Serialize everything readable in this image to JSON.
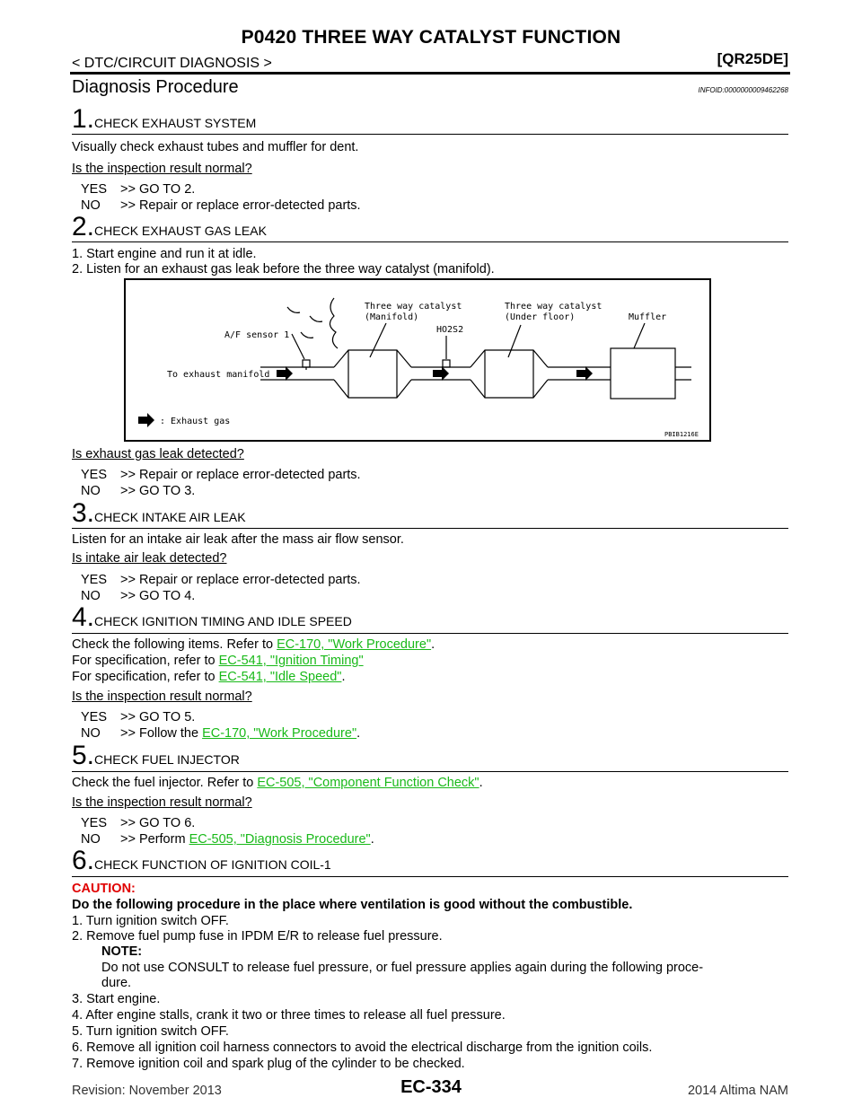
{
  "header": {
    "title": "P0420 THREE WAY CATALYST FUNCTION",
    "section": "< DTC/CIRCUIT DIAGNOSIS >",
    "engine": "[QR25DE]"
  },
  "section_title": "Diagnosis Procedure",
  "info_id": "INFOID:0000000009462268",
  "steps": [
    {
      "num": "1.",
      "title": "CHECK EXHAUST SYSTEM",
      "text": "Visually check exhaust tubes and muffler for dent.",
      "question": "Is the inspection result normal?",
      "yes": ">> GO TO 2.",
      "no": ">> Repair or replace error-detected parts."
    },
    {
      "num": "2.",
      "title": "CHECK EXHAUST GAS LEAK",
      "item1": "1.  Start engine and run it at idle.",
      "item2": "2.  Listen for an exhaust gas leak before the three way catalyst (manifold).",
      "question": "Is exhaust gas leak detected?",
      "yes": ">> Repair or replace error-detected parts.",
      "no": ">> GO TO 3."
    },
    {
      "num": "3.",
      "title": "CHECK INTAKE AIR LEAK",
      "text": "Listen for an intake air leak after the mass air flow sensor.",
      "question": "Is intake air leak detected?",
      "yes": ">> Repair or replace error-detected parts.",
      "no": ">> GO TO 4."
    },
    {
      "num": "4.",
      "title": "CHECK IGNITION TIMING AND IDLE SPEED",
      "line1_pre": "Check the following items. Refer to ",
      "line1_link": "EC-170, \"Work Procedure\"",
      "line1_post": ".",
      "line2_pre": "For specification, refer to ",
      "line2_link": "EC-541, \"Ignition Timing\"",
      "line3_pre": "For specification, refer to ",
      "line3_link": "EC-541, \"Idle Speed\"",
      "line3_post": ".",
      "question": "Is the inspection result normal?",
      "yes": ">> GO TO 5.",
      "no_pre": ">> Follow the ",
      "no_link": "EC-170, \"Work Procedure\"",
      "no_post": "."
    },
    {
      "num": "5.",
      "title": "CHECK FUEL INJECTOR",
      "line1_pre": "Check the fuel injector. Refer to ",
      "line1_link": "EC-505, \"Component Function Check\"",
      "line1_post": ".",
      "question": "Is the inspection result normal?",
      "yes": ">> GO TO 6.",
      "no_pre": ">> Perform ",
      "no_link": "EC-505, \"Diagnosis Procedure\"",
      "no_post": "."
    },
    {
      "num": "6.",
      "title": "CHECK FUNCTION OF IGNITION COIL-1",
      "caution_label": "CAUTION:",
      "caution_text": "Do the following procedure in the place where ventilation is good without the combustible.",
      "item1": "1.  Turn ignition switch OFF.",
      "item2": "2.  Remove fuel pump fuse in IPDM E/R to release fuel pressure.",
      "note_label": "NOTE:",
      "note_line1": "Do not use CONSULT to release fuel pressure, or fuel pressure applies again during the following proce-",
      "note_line2": "dure.",
      "item3": "3.  Start engine.",
      "item4": "4.  After engine stalls, crank it two or three times to release all fuel pressure.",
      "item5": "5.  Turn ignition switch OFF.",
      "item6": "6.  Remove all ignition coil harness connectors to avoid the electrical discharge from the ignition coils.",
      "item7": "7.  Remove ignition coil and spark plug of the cylinder to be checked."
    }
  ],
  "labels": {
    "yes": "YES",
    "no": "NO"
  },
  "diagram": {
    "label_catalyst_manifold_1": "Three way catalyst",
    "label_catalyst_manifold_2": "(Manifold)",
    "label_catalyst_underfloor_1": "Three way catalyst",
    "label_catalyst_underfloor_2": "(Under floor)",
    "label_muffler": "Muffler",
    "label_ho2s2": "HO2S2",
    "label_af_sensor": "A/F sensor 1",
    "label_to_manifold": "To exhaust manifold",
    "legend": ": Exhaust gas",
    "code": "PBIB1216E"
  },
  "footer": {
    "revision": "Revision: November 2013",
    "page": "EC-334",
    "model": "2014 Altima NAM"
  },
  "colors": {
    "link": "#19b919",
    "caution": "#e00000"
  }
}
